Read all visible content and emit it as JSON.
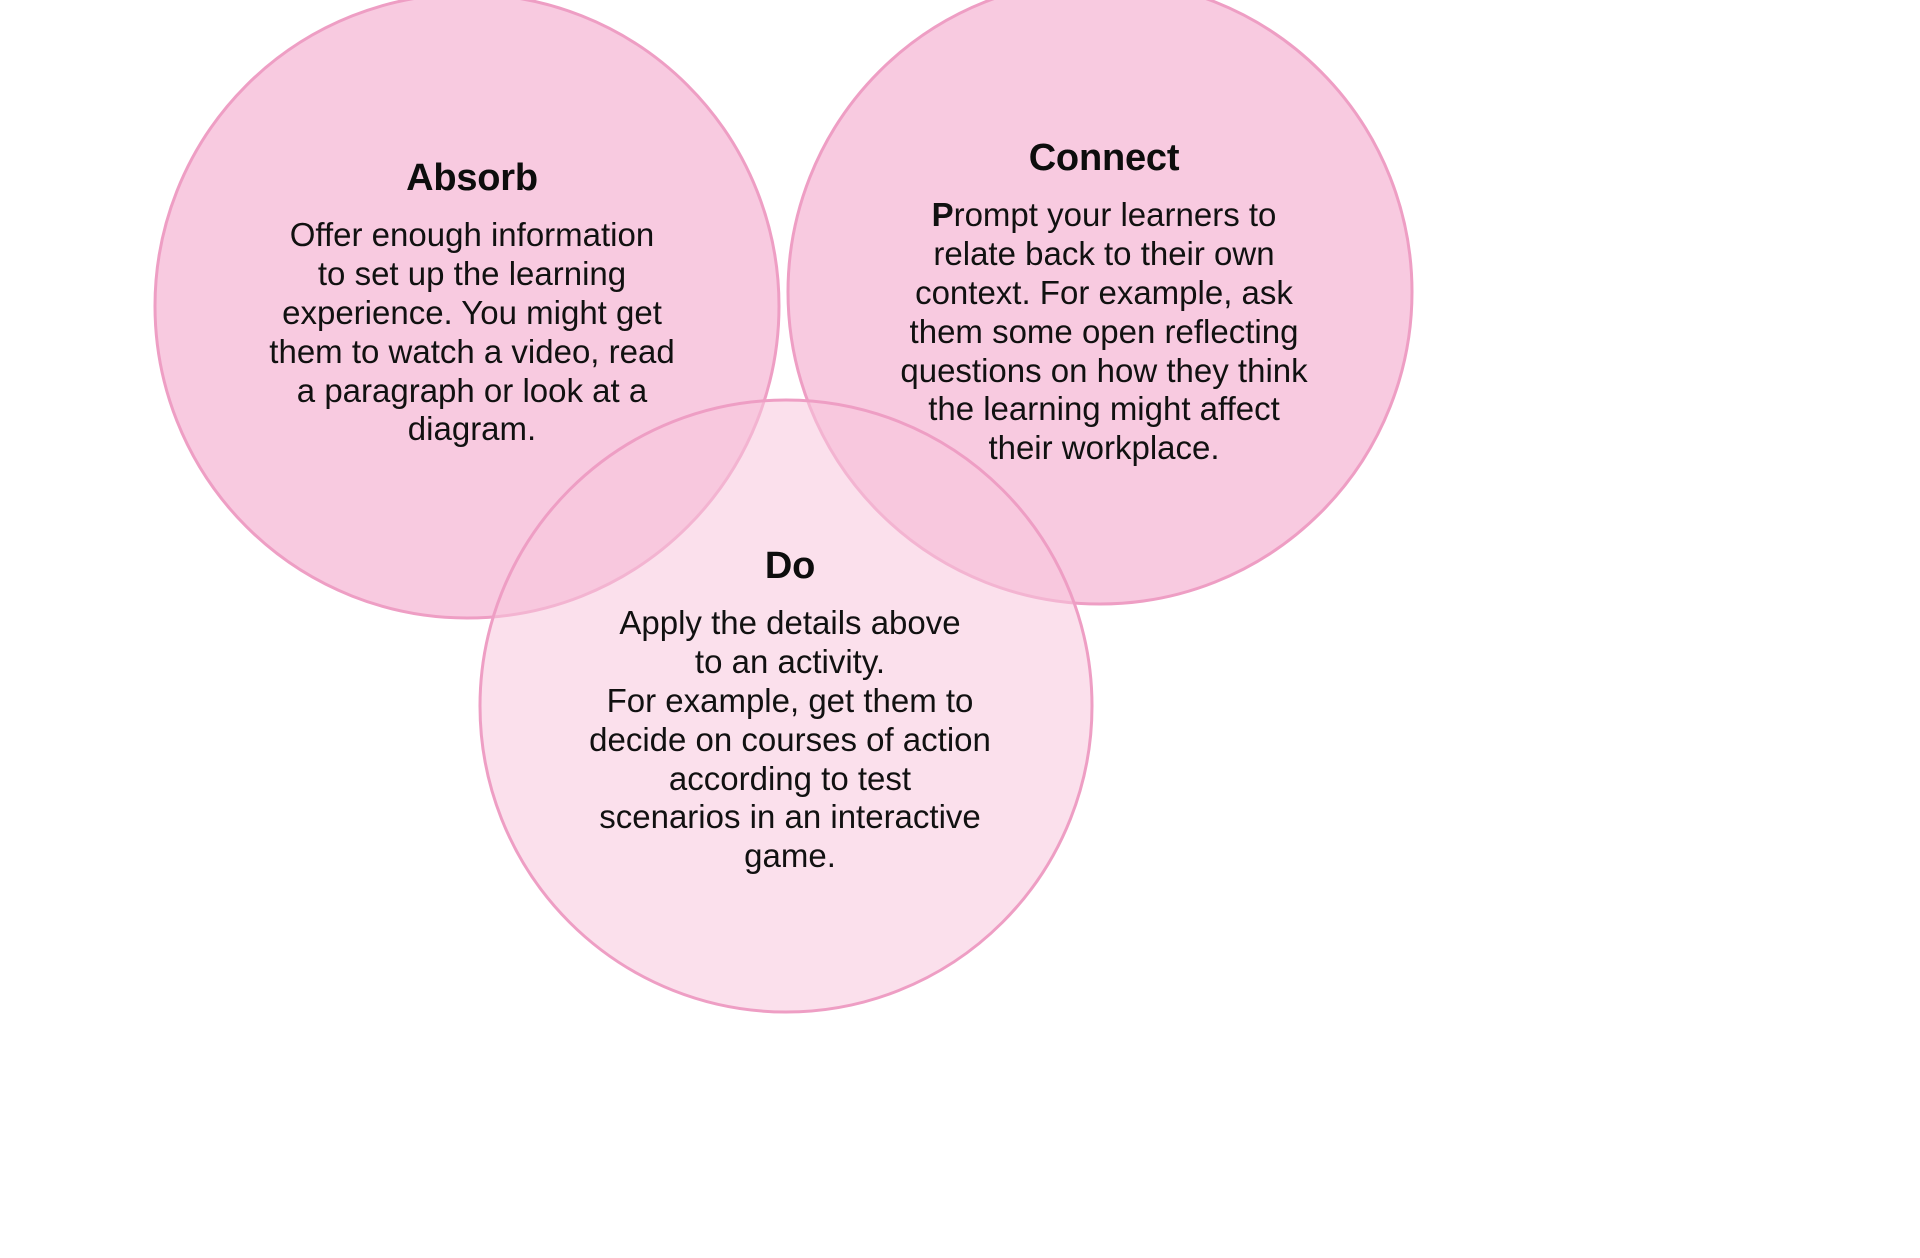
{
  "diagram": {
    "type": "venn-three-circle",
    "background_color": "#ffffff",
    "circle_fill": "#f7c6dd",
    "circle_stroke": "#ee9ec4",
    "overlap_fill": "#f2aacd",
    "text_color": "#111111",
    "heading_color": "#0d0d0d",
    "title": "",
    "circles": [
      {
        "id": "absorb",
        "heading": "Absorb",
        "body": "Offer enough information\nto set up the learning\nexperience. You might get\nthem to watch a video, read\na paragraph or look at a\ndiagram.",
        "position": "top-left"
      },
      {
        "id": "connect",
        "heading": "Connect",
        "lead": "P",
        "body": "rompt your learners to\nrelate back to their own\ncontext. For example, ask\nthem some open reflecting\nquestions on how they think\nthe learning might affect\ntheir workplace.",
        "position": "top-right"
      },
      {
        "id": "do",
        "heading": "Do",
        "body": "Apply the details above\nto an activity.\nFor example, get them to\ndecide on courses of action\naccording to test\nscenarios in an interactive\ngame.",
        "position": "bottom-center"
      }
    ]
  }
}
